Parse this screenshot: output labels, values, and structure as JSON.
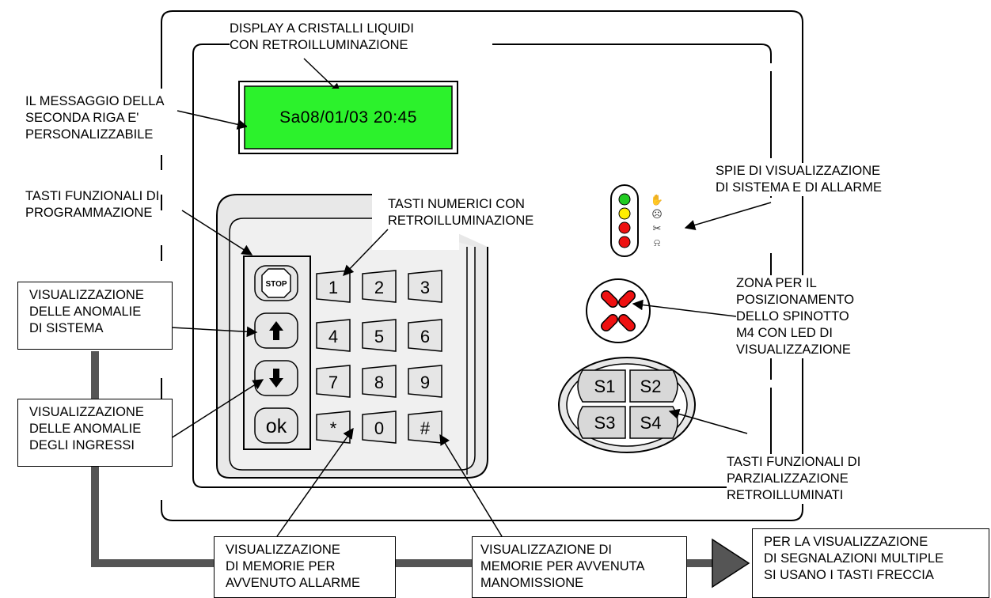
{
  "display": {
    "text": "Sa08/01/03  20:45"
  },
  "labels": {
    "lcd_title": [
      "DISPLAY A CRISTALLI LIQUIDI",
      "CON  RETROILLUMINAZIONE"
    ],
    "msg": [
      "IL MESSAGGIO DELLA",
      "SECONDA RIGA E'",
      "PERSONALIZZABILE"
    ],
    "func_prog": [
      "TASTI FUNZIONALI DI",
      "PROGRAMMAZIONE"
    ],
    "numeric": [
      "TASTI NUMERICI CON",
      "RETROILLUMINAZIONE"
    ],
    "spie": [
      "SPIE DI VISUALIZZAZIONE",
      "DI SISTEMA E DI ALLARME"
    ],
    "zona": [
      "ZONA PER IL",
      "POSIZIONAMENTO",
      "DELLO SPINOTTO",
      "M4 CON LED DI",
      "VISUALIZZAZIONE"
    ],
    "parz": [
      "TASTI FUNZIONALI DI",
      "PARZIALIZZAZIONE",
      "RETROILLUMINATI"
    ],
    "anom_sis": [
      "VISUALIZZAZIONE",
      "DELLE  ANOMALIE",
      "DI SISTEMA"
    ],
    "anom_ing": [
      "VISUALIZZAZIONE",
      "DELLE  ANOMALIE",
      "DEGLI INGRESSI"
    ],
    "mem_allarme": [
      "VISUALIZZAZIONE",
      "DI  MEMORIE PER",
      "AVVENUTO ALLARME"
    ],
    "mem_manom": [
      "VISUALIZZAZIONE DI",
      "MEMORIE PER AVVENUTA",
      "MANOMISSIONE"
    ],
    "multiple": [
      "PER LA VISUALIZZAZIONE",
      "DI SEGNALAZIONI MULTIPLE",
      "SI USANO I TASTI FRECCIA"
    ]
  },
  "keys": {
    "numeric": [
      "1",
      "2",
      "3",
      "4",
      "5",
      "6",
      "7",
      "8",
      "9",
      "*",
      "0",
      "#"
    ],
    "function": {
      "stop": "STOP",
      "ok": "ok"
    },
    "partial": [
      "S1",
      "S2",
      "S3",
      "S4"
    ]
  },
  "leds": {
    "colors": [
      "#22cc22",
      "#ffee00",
      "#ee1111",
      "#ee1111"
    ],
    "icons": [
      "hand-icon",
      "sad-face-icon",
      "scissors-icon",
      "bell-icon"
    ]
  }
}
